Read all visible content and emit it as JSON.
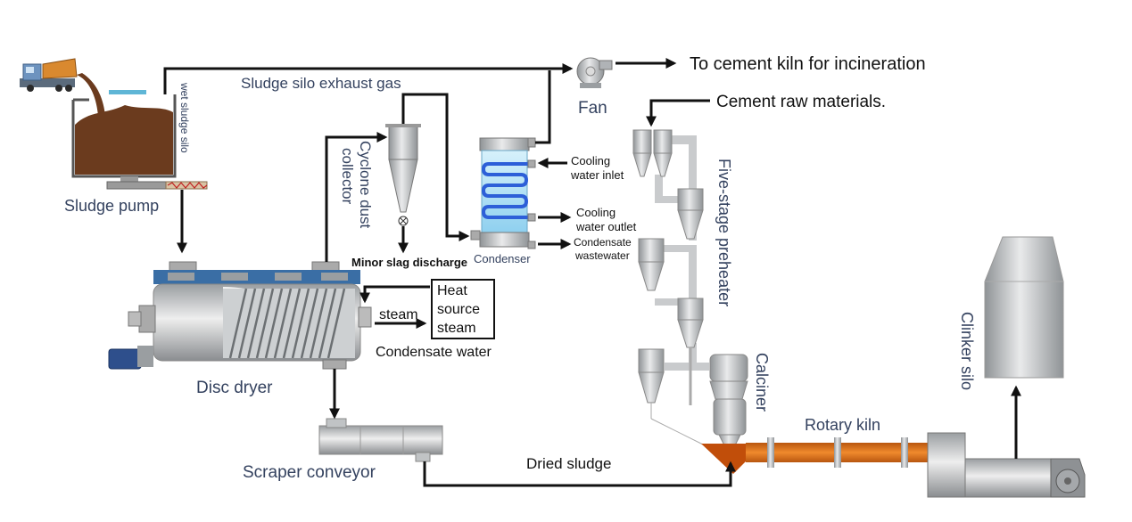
{
  "labels": {
    "to_kiln": "To cement kiln for incineration",
    "exhaust": "Sludge silo exhaust gas",
    "wet_silo": "wet sludge silo",
    "sludge_pump": "Sludge pump",
    "fan": "Fan",
    "raw_materials": "Cement raw materials.",
    "cyclone_line1": "Cyclone dust",
    "cyclone_line2": "collector",
    "minor_slag": "Minor slag discharge",
    "condenser": "Condenser",
    "cooling_in_1": "Cooling",
    "cooling_in_2": "water inlet",
    "cooling_out_1": "Cooling",
    "cooling_out_2": "water outlet",
    "condensate_ww_1": "Condensate",
    "condensate_ww_2": "wastewater",
    "preheater": "Five-stage preheater",
    "heat_1": "Heat",
    "heat_2": "source",
    "heat_3": "steam",
    "steam": "steam",
    "condensate_water": "Condensate water",
    "disc_dryer": "Disc dryer",
    "calciner": "Calciner",
    "rotary_kiln": "Rotary kiln",
    "clinker_silo": "Clinker silo",
    "scraper": "Scraper conveyor",
    "dried_sludge": "Dried sludge"
  },
  "colors": {
    "sludge": "#6b3b1e",
    "kiln": "#e0751c",
    "metal": "#b9bcbf",
    "coil": "#2d5fd8",
    "dryer_top": "#3a6ea5",
    "label_navy": "#34425f"
  }
}
